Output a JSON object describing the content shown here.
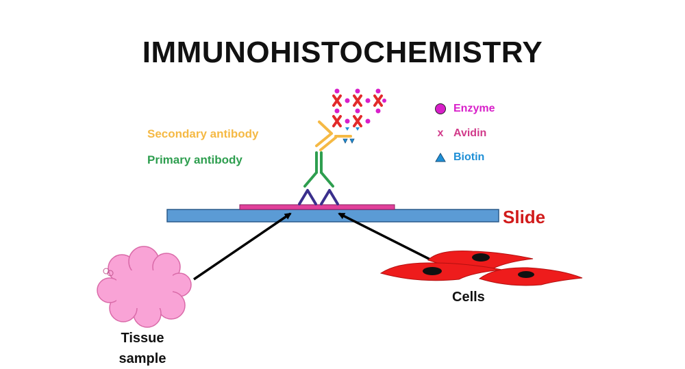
{
  "title": "IMMUNOHISTOCHEMISTRY",
  "labels": {
    "secondary_antibody": "Secondary antibody",
    "primary_antibody": "Primary antibody",
    "slide": "Slide",
    "cells": "Cells",
    "tissue_line1": "Tissue",
    "tissue_line2": "sample"
  },
  "legend": {
    "enzyme": "Enzyme",
    "avidin": "Avidin",
    "avidin_symbol": "x",
    "biotin": "Biotin"
  },
  "colors": {
    "secondary": "#f5b944",
    "primary": "#2e9e4f",
    "enzyme": "#d81fc9",
    "avidin": "#d13a8a",
    "biotin": "#1e8fd6",
    "slide_fill": "#5b9bd5",
    "slide_label": "#d11b1b",
    "tissue_strip": "#e0409a",
    "antigen": "#3a2f8c",
    "cells": "#ee1c1c",
    "tissue": "#f9a3d6",
    "avidin_x": "#e22a2a"
  }
}
